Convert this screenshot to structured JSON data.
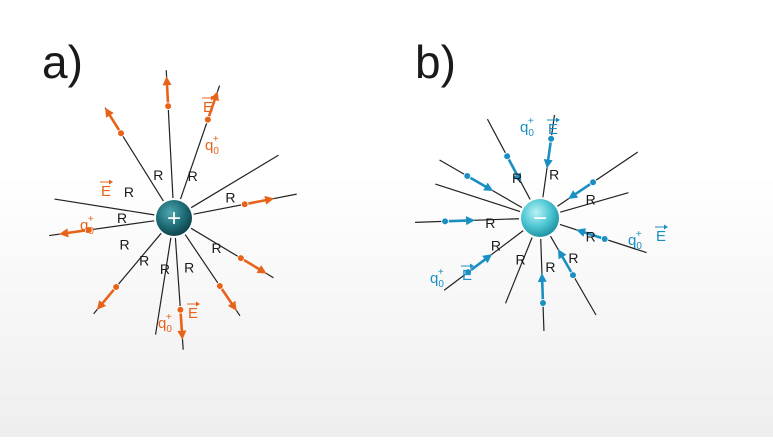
{
  "panels": [
    {
      "label": "a)",
      "charge_sign": "+",
      "charge_type": "positive",
      "field_direction": "outward",
      "line_color": "#222222",
      "accent_color": "#e8631a",
      "charge_color": "#1f6e78",
      "distance_label": "R",
      "field_label": "E",
      "test_charge_label": {
        "base": "q",
        "sub": "0",
        "sup": "+"
      }
    },
    {
      "label": "b)",
      "charge_sign": "−",
      "charge_type": "negative",
      "field_direction": "inward",
      "line_color": "#222222",
      "accent_color": "#1a8fc2",
      "charge_color": "#3cc0cf",
      "distance_label": "R",
      "field_label": "E",
      "test_charge_label": {
        "base": "q",
        "sub": "0",
        "sup": "+"
      }
    }
  ]
}
